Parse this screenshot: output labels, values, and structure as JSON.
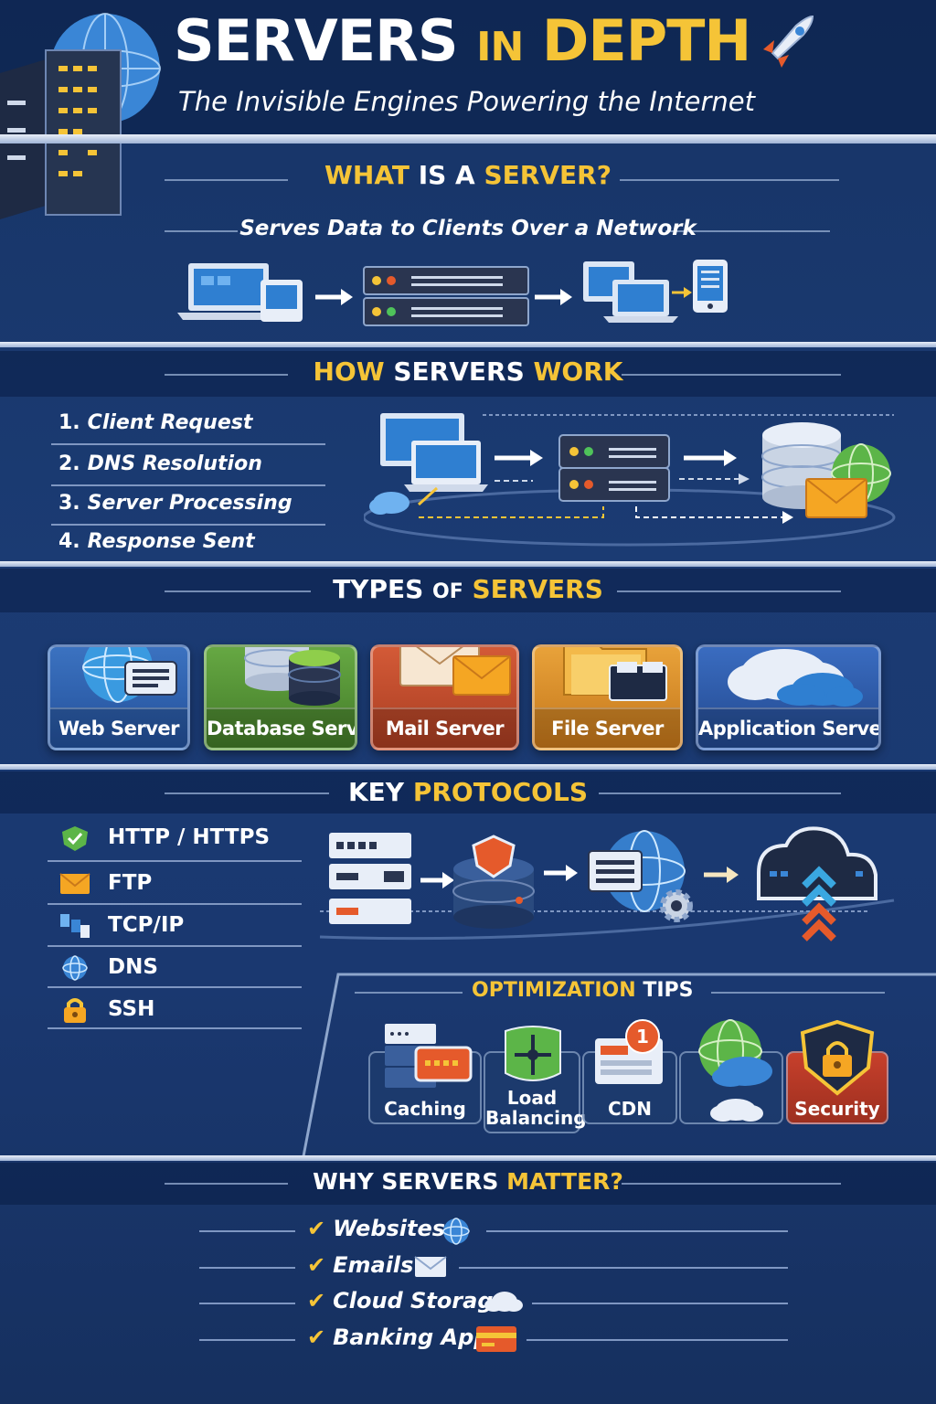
{
  "header": {
    "title_part1": "SERVERS",
    "title_part2": "IN",
    "title_part3": "DEPTH",
    "subtitle": "The Invisible Engines Powering the Internet"
  },
  "what_is": {
    "title_part1": "WHAT",
    "title_part2": "IS A",
    "title_part3": "SERVER?",
    "caption": "Serves Data to Clients Over a Network"
  },
  "how_work": {
    "title_part1": "HOW",
    "title_part2": "SERVERS",
    "title_part3": "WORK",
    "steps": [
      {
        "num": "1.",
        "label": "Client Request"
      },
      {
        "num": "2.",
        "label": "DNS Resolution"
      },
      {
        "num": "3.",
        "label": "Server Processing"
      },
      {
        "num": "4.",
        "label": "Response Sent"
      }
    ]
  },
  "types": {
    "title_part1": "TYPES",
    "title_part2": "OF",
    "title_part3": "SERVERS",
    "cards": [
      {
        "label": "Web Server",
        "color": "#2d5fa8"
      },
      {
        "label": "Database Server",
        "color": "#4f8a35"
      },
      {
        "label": "Mail Server",
        "color": "#c24a2c"
      },
      {
        "label": "File Server",
        "color": "#d98a22"
      },
      {
        "label": "Application Server",
        "color": "#2a55a0"
      }
    ]
  },
  "protocols": {
    "title_part1": "KEY",
    "title_part2": "PROTOCOLS",
    "items": [
      {
        "label": "HTTP / HTTPS",
        "icon": "shield-check-icon"
      },
      {
        "label": "FTP",
        "icon": "envelope-icon"
      },
      {
        "label": "TCP/IP",
        "icon": "network-icon"
      },
      {
        "label": "DNS",
        "icon": "globe-icon"
      },
      {
        "label": "SSH",
        "icon": "lock-icon"
      }
    ]
  },
  "optimization": {
    "title_part1": "OPTIMIZATION",
    "title_part2": "TIPS",
    "tips": [
      {
        "label": "Caching"
      },
      {
        "label_line1": "Load",
        "label_line2": "Balancing"
      },
      {
        "label": "CDN",
        "badge": "1"
      },
      {
        "label": ""
      },
      {
        "label": "Security"
      }
    ]
  },
  "why": {
    "title_part1": "WHY SERVERS",
    "title_part2": "MATTER?",
    "items": [
      {
        "label": "Websites",
        "icon": "globe-icon"
      },
      {
        "label": "Emails",
        "icon": "envelope-icon"
      },
      {
        "label": "Cloud Storage",
        "icon": "cloud-icon"
      },
      {
        "label": "Banking Apps",
        "icon": "credit-card-icon"
      }
    ],
    "check": "✔"
  },
  "colors": {
    "accent": "#f5c437",
    "background": "#1b3b73"
  }
}
